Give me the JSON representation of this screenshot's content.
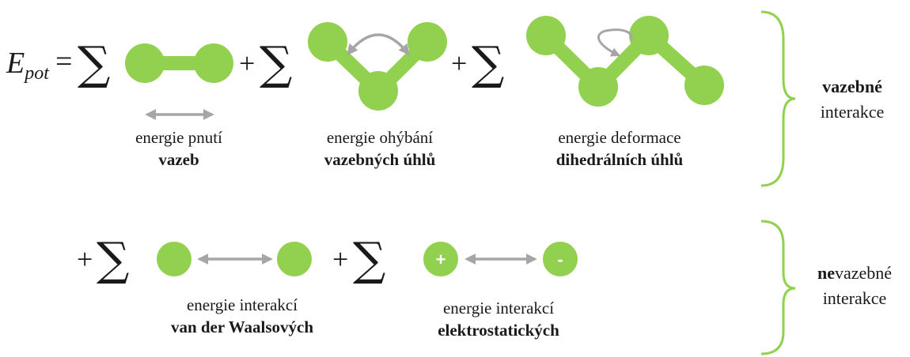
{
  "formula": {
    "lhs_main": "E",
    "lhs_sub": "pot",
    "equals": "=",
    "plus": "+"
  },
  "bonded": {
    "bonds": {
      "line1": "energie pnutí",
      "line2": "vazeb"
    },
    "angles": {
      "line1": "energie ohýbání",
      "line2": "vazebných úhlů"
    },
    "dihedrals": {
      "line1": "energie deformace",
      "line2": "dihedrálních úhlů"
    },
    "group_bold": "vazebné",
    "group_rest": "interakce"
  },
  "nonbonded": {
    "vdw": {
      "line1": "energie interakcí",
      "line2": "van der Waalsových"
    },
    "electrostatic": {
      "line1": "energie interakcí",
      "line2": "elektrostatických"
    },
    "charge_plus": "+",
    "charge_minus": "-",
    "group_bold": "ne",
    "group_rest1": "vazebné",
    "group_rest2": "interakce"
  },
  "colors": {
    "atom": "#92d050",
    "arrow": "#a6a6a6",
    "brace": "#92d050",
    "text": "#1a1a1a"
  }
}
